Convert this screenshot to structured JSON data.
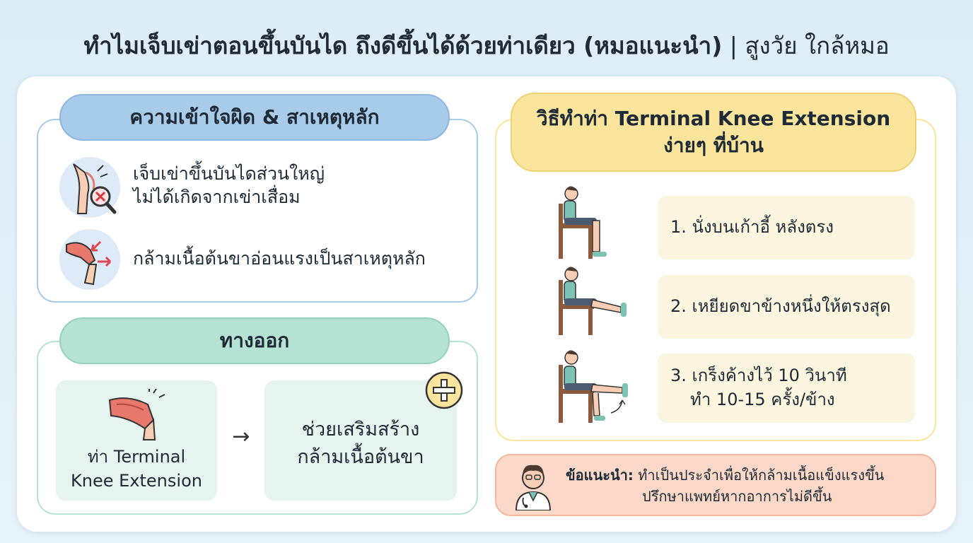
{
  "header": {
    "title": "ทำไมเจ็บเข่าตอนขึ้นบันได ถึงดีขึ้นได้ด้วยท่าเดียว (หมอแนะนำ)",
    "separator": " | ",
    "subtitle": "สูงวัย ใกล้หมอ"
  },
  "misconception": {
    "heading": "ความเข้าใจผิด & สาเหตุหลัก",
    "point1_line1": "เจ็บเข่าขึ้นบันไดส่วนใหญ่",
    "point1_line2": "ไม่ได้เกิดจากเข่าเสื่อม",
    "point2": "กล้ามเนื้อต้นขาอ่อนแรงเป็นสาเหตุหลัก"
  },
  "solution": {
    "heading": "ทางออก",
    "left_line1": "ท่า Terminal",
    "left_line2": "Knee Extension",
    "arrow": "→",
    "right_line1": "ช่วยเสริมสร้าง",
    "right_line2": "กล้ามเนื้อต้นขา"
  },
  "howto": {
    "heading_line1": "วิธีทำท่า Terminal Knee Extension",
    "heading_line2": "ง่ายๆ ที่บ้าน",
    "step1": "1. นั่งบนเก้าอี้ หลังตรง",
    "step2": "2. เหยียดขาข้างหนึ่งให้ตรงสุด",
    "step3_line1": "3. เกร็งค้างไว้ 10 วินาที",
    "step3_line2": "ทำ 10-15 ครั้ง/ข้าง"
  },
  "advice": {
    "label": "ข้อแนะนำ:",
    "line1": " ทำเป็นประจำเพื่อให้กล้ามเนื้อแข็งแรงขึ้น",
    "line2": "ปรึกษาแพทย์หากอาการไม่ดีขึ้น"
  },
  "colors": {
    "blue_accent": "#a9cbea",
    "green_accent": "#b5e3d3",
    "yellow_accent": "#fbe49c",
    "peach_accent": "#fbd8c8"
  },
  "icons": [
    "knee-pain-icon",
    "thigh-muscle-icon",
    "knee-muscle-icon",
    "plus-icon",
    "chair-sit-icon",
    "chair-extend-icon",
    "chair-hold-icon",
    "doctor-icon"
  ]
}
